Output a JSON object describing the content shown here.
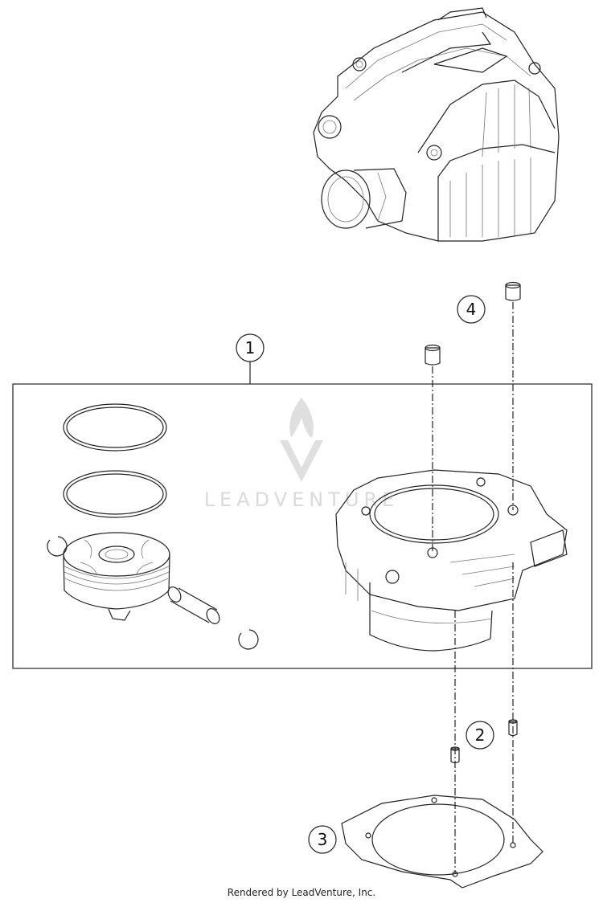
{
  "callouts": [
    {
      "label": "1"
    },
    {
      "label": "2"
    },
    {
      "label": "3"
    },
    {
      "label": "4"
    }
  ],
  "watermark": {
    "text": "LEADVENTURE"
  },
  "footer": {
    "text": "Rendered by LeadVenture, Inc."
  }
}
